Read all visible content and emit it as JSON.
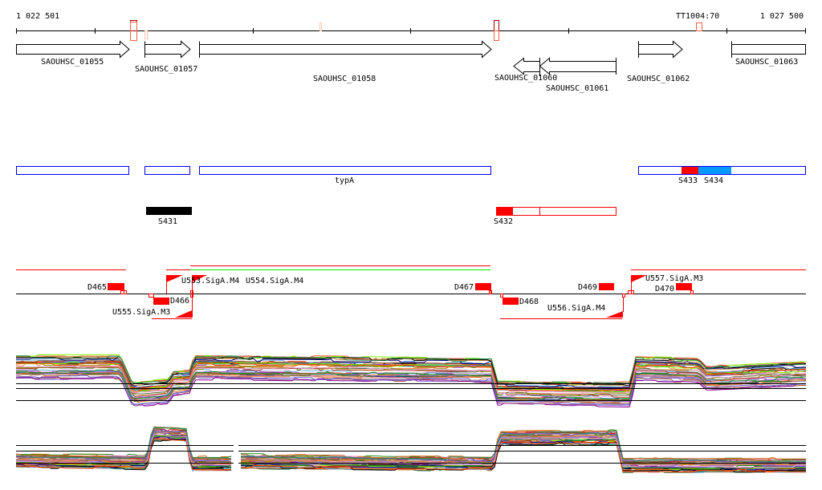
{
  "coords": {
    "start": "1 022 501",
    "end": "1 027 500"
  },
  "terminator_label": "TT1004:70",
  "genes": [
    {
      "name": "SAOUHSC_01055",
      "strand": "+"
    },
    {
      "name": "SAOUHSC_01057",
      "strand": "+"
    },
    {
      "name": "SAOUHSC_01058",
      "strand": "+"
    },
    {
      "name": "SAOUHSC_01060",
      "strand": "-"
    },
    {
      "name": "SAOUHSC_01061",
      "strand": "-"
    },
    {
      "name": "SAOUHSC_01062",
      "strand": "+"
    },
    {
      "name": "SAOUHSC_01063",
      "strand": "+"
    }
  ],
  "operon_labels": {
    "typA": "typA",
    "s433": "S433",
    "s434": "S434"
  },
  "srna_labels": {
    "s431": "S431",
    "s432": "S432"
  },
  "promoters": {
    "d465": "D465",
    "d466": "D466",
    "d467": "D467",
    "d468": "D468",
    "d469": "D469",
    "d470": "D470",
    "u553": "U553.SigA.M4",
    "u554": "U554.SigA.M4",
    "u555": "U555.SigA.M3",
    "u556": "U556.SigA.M4",
    "u557": "U557.SigA.M3"
  },
  "colors": {
    "red": "#ff0000",
    "blue": "#0000ff",
    "sky": "#0099ff",
    "green": "#00ee00",
    "traces": [
      "#e8642c",
      "#8b8b00",
      "#c0392b",
      "#7cfc00",
      "#8b008b",
      "#d2691e",
      "#5dade2",
      "#a0522d",
      "#000080",
      "#ff7f50",
      "#b5838d",
      "#556b2f",
      "#9370db",
      "#cd853f",
      "#228b22",
      "#000000",
      "#ff4500",
      "#6a5acd",
      "#dda0dd",
      "#2e8b57"
    ]
  }
}
